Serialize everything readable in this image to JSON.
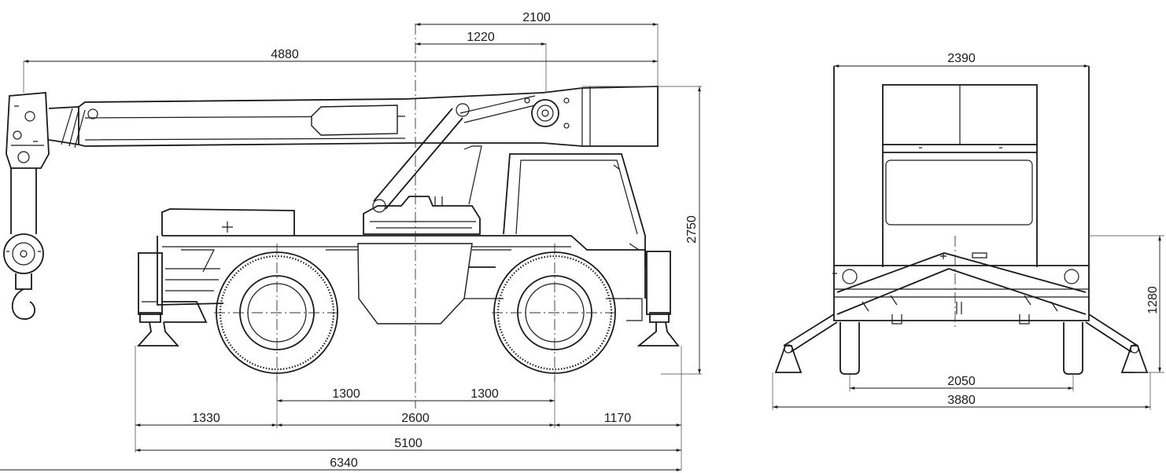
{
  "side_view": {
    "dimensions": {
      "boom_reach": "4880",
      "rear_to_pivot": "2100",
      "pivot_offset": "1220",
      "height": "2750",
      "front_half_wheelbase": "1300",
      "rear_half_wheelbase": "1300",
      "wheelbase": "2600",
      "front_overhang": "1330",
      "rear_overhang": "1170",
      "length": "5100",
      "outrigger_length": "6340"
    }
  },
  "front_view": {
    "dimensions": {
      "width": "2390",
      "outrigger_height": "1280",
      "track": "2050",
      "outrigger_span": "3880"
    }
  },
  "colors": {
    "line": "#1a1a1a",
    "background": "#ffffff"
  }
}
